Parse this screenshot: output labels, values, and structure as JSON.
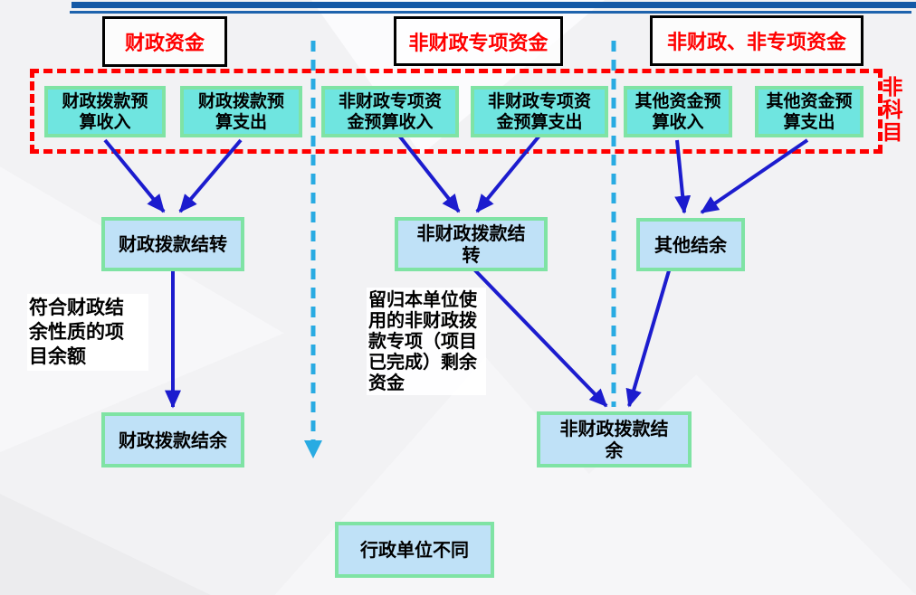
{
  "headers": [
    {
      "label": "财政资金"
    },
    {
      "label": "非财政专项资金"
    },
    {
      "label": "非财政、非专项资金"
    }
  ],
  "top_boxes": [
    {
      "label": "财政拨款预\n算收入"
    },
    {
      "label": "财政拨款预\n算支出"
    },
    {
      "label": "非财政专项资\n金预算收入"
    },
    {
      "label": "非财政专项资\n金预算支出"
    },
    {
      "label": "其他资金预\n算收入"
    },
    {
      "label": "其他资金预\n算支出"
    }
  ],
  "side_label": {
    "text": "非科目"
  },
  "mid_boxes": [
    {
      "label": "财政拨款结转"
    },
    {
      "label": "非财政拨款结\n转"
    },
    {
      "label": "其他结余"
    }
  ],
  "notes": [
    {
      "text": "符合财政结\n余性质的项\n目余额"
    },
    {
      "text": "留归本单位使\n用的非财政拨\n款专项（项目\n已完成）剩余\n资金"
    }
  ],
  "bottom_boxes": [
    {
      "label": "财政拨款结余"
    },
    {
      "label": "非财政拨款结\n余"
    }
  ],
  "footer_box": {
    "label": "行政单位不同"
  },
  "colors": {
    "accent_bar_blue": "#1459A6",
    "box_fill_cyan": "#6FE5E0",
    "box_fill_light_blue": "#BFE1F7",
    "box_border_green": "#7FE3A4",
    "arrow_blue": "#1C1CCE",
    "dashed_divider_cyan": "#29ABE2",
    "highlight_red": "#FF0000"
  }
}
